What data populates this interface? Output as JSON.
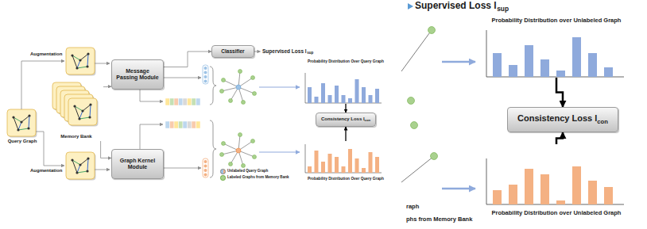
{
  "diagram": {
    "nodes": [
      {
        "text": [
          "Query Graph"
        ]
      },
      {
        "text": [
          "Memory Bank"
        ]
      },
      {
        "text": [
          "Message Passing Module"
        ]
      },
      {
        "text": [
          "Graph Kernel Module"
        ]
      },
      {
        "text": [
          "Classifier"
        ]
      },
      {
        "text": [
          "Probability Distribution Over Query Graph"
        ]
      },
      {
        "text": [
          "Consistency Loss l",
          "con"
        ]
      },
      {
        "text": [
          "Probability Distribution Over Query Graph"
        ]
      },
      {
        "text": [
          "Probability Distribution over Unlabeled Graph"
        ]
      },
      {
        "text": [
          "Consistency Loss l",
          "con"
        ]
      },
      {
        "text": [
          "Probability Distribution over Unlabeled Graph"
        ]
      }
    ],
    "edges": [
      {
        "from": 1,
        "to": 2,
        "arrow": "to"
      },
      {
        "from": 1,
        "to": 3,
        "arrow": "to"
      },
      {
        "from": 2,
        "to": 4,
        "arrow": "to"
      },
      {
        "from": 5,
        "to": 6,
        "arrow": "to"
      },
      {
        "from": 7,
        "to": 6,
        "arrow": "to"
      },
      {
        "from": 8,
        "to": 9,
        "arrow": "to"
      },
      {
        "from": 10,
        "to": 9,
        "arrow": "to"
      }
    ],
    "labels": [
      "Augmentation",
      "Augmentation",
      "Supervised Loss l",
      "sup",
      "Supervised Loss l",
      "sup",
      "raph",
      "phs from Memory Bank"
    ],
    "legend": [
      {
        "text": "Unlabeled Query Graph"
      },
      {
        "text": "Labeled Graphs from Memory Bank",
        "color": "#a9d18e"
      }
    ]
  }
}
